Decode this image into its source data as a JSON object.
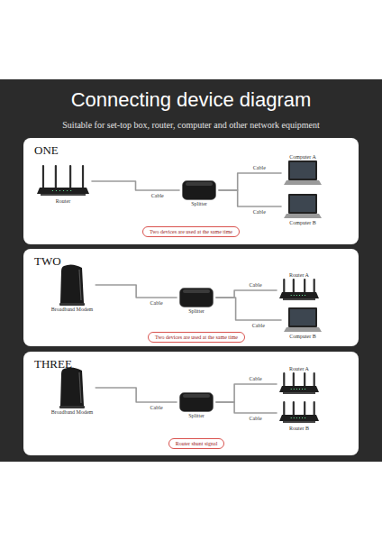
{
  "diagram": {
    "title": "Connecting device diagram",
    "nodes": [
      {
        "text": [
          "ONE"
        ]
      },
      {
        "text": [
          "Router"
        ],
        "in": 0
      },
      {
        "text": [
          "Splitter"
        ],
        "in": 0
      },
      {
        "text": [
          "Computer A"
        ],
        "in": 0
      },
      {
        "text": [
          "Computer B"
        ],
        "in": 0
      },
      {
        "text": [
          "Two devices are used at the same time"
        ],
        "in": 0
      },
      {
        "text": [
          "TWO"
        ]
      },
      {
        "text": [
          "Broadband Modem"
        ],
        "in": 6
      },
      {
        "text": [
          "Splitter"
        ],
        "in": 6
      },
      {
        "text": [
          "Router A"
        ],
        "in": 6
      },
      {
        "text": [
          "Computer B"
        ],
        "in": 6
      },
      {
        "text": [
          "Two devices are used at the same time"
        ],
        "in": 6
      },
      {
        "text": [
          "THREE"
        ]
      },
      {
        "text": [
          "Broadband Modem"
        ],
        "in": 12
      },
      {
        "text": [
          "Splitter"
        ],
        "in": 12
      },
      {
        "text": [
          "Router A"
        ],
        "in": 12
      },
      {
        "text": [
          "Router B"
        ],
        "in": 12
      },
      {
        "text": [
          "Router shunt signal"
        ],
        "in": 12
      }
    ],
    "edges": [
      {
        "from": 1,
        "to": 2,
        "arrow": "none",
        "label": "Cable"
      },
      {
        "from": 2,
        "to": 3,
        "arrow": "none",
        "label": "Cable"
      },
      {
        "from": 2,
        "to": 4,
        "arrow": "none",
        "label": "Cable"
      },
      {
        "from": 7,
        "to": 8,
        "arrow": "none",
        "label": "Cable"
      },
      {
        "from": 8,
        "to": 9,
        "arrow": "none",
        "label": "Cable"
      },
      {
        "from": 8,
        "to": 10,
        "arrow": "none",
        "label": "Cable"
      },
      {
        "from": 13,
        "to": 14,
        "arrow": "none",
        "label": "Cable"
      },
      {
        "from": 14,
        "to": 15,
        "arrow": "none",
        "label": "Cable"
      },
      {
        "from": 14,
        "to": 16,
        "arrow": "none",
        "label": "Cable"
      }
    ],
    "labels": [
      "Suitable for set-top box, router, computer and other network equipment"
    ]
  }
}
